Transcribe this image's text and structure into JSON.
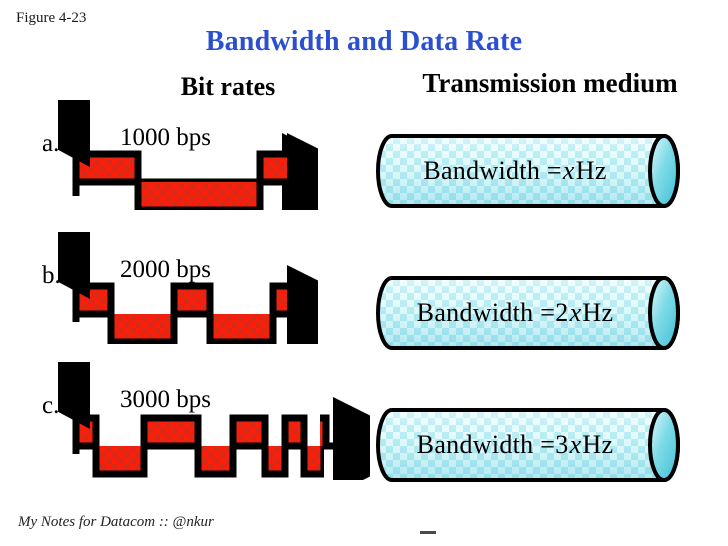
{
  "figure": {
    "label": "Figure 4-23"
  },
  "title": "Bandwidth and Data Rate",
  "headers": {
    "left": "Bit rates",
    "right": "Transmission medium"
  },
  "colors": {
    "title_blue": "#2b4fd1",
    "signal_red_light": "#ff1d0a",
    "signal_red_dark": "#d92a18",
    "signal_outline": "#000000",
    "cylinder_cyan_light": "#e4fbfb",
    "cylinder_cyan_mid": "#9fe6ef",
    "cylinder_cyan_dark": "#5cc9dd",
    "cylinder_outline": "#000000"
  },
  "rows": [
    {
      "letter": "a.",
      "rate_label": "1000 bps",
      "medium": {
        "prefix": "Bandwidth = ",
        "factor": "",
        "variable": "x",
        "unit": " Hz",
        "full": "Bandwidth = x  Hz"
      },
      "signal": {
        "levels": [
          1,
          0,
          1
        ],
        "widths": [
          62,
          122,
          55
        ],
        "bits_per_second": 1000
      }
    },
    {
      "letter": "b.",
      "rate_label": "2000 bps",
      "medium": {
        "prefix": "Bandwidth = ",
        "factor": "2",
        "variable": "x",
        "unit": " Hz",
        "full": "Bandwidth = 2x  Hz"
      },
      "signal": {
        "levels": [
          1,
          0,
          1,
          0,
          1
        ],
        "widths": [
          35,
          63,
          36,
          63,
          36
        ],
        "bits_per_second": 2000
      }
    },
    {
      "letter": "c.",
      "rate_label": "3000 bps",
      "medium": {
        "prefix": "Bandwidth = ",
        "factor": "3",
        "variable": "x",
        "unit": " Hz",
        "full": "Bandwidth = 3x  Hz"
      },
      "signal": {
        "levels": [
          1,
          0,
          1,
          0,
          1,
          0,
          1,
          0,
          1
        ],
        "widths": [
          20,
          48,
          54,
          35,
          32,
          20,
          19,
          20,
          18
        ],
        "bits_per_second": 3000
      }
    }
  ],
  "axes": {
    "y_arrow": "up-arrow",
    "x_arrow": "right-arrow"
  },
  "footer": "My Notes for Datacom :: @nkur"
}
